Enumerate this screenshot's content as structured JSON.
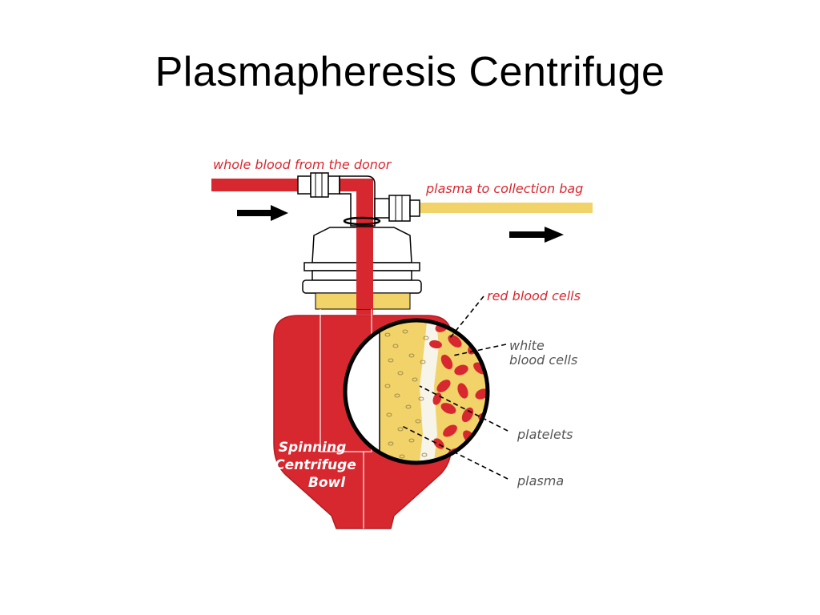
{
  "title": "Plasmapheresis Centrifuge",
  "colors": {
    "blood_red": "#d8282f",
    "plasma_yellow": "#f2d36a",
    "label_red": "#d8282f",
    "label_gray": "#555555",
    "arrow_black": "#000000"
  },
  "figure": {
    "labels": {
      "whole_blood": "whole blood from the donor",
      "plasma_out": "plasma to collection bag",
      "red_cells": "red blood cells",
      "white_cells_line1": "white",
      "white_cells_line2": "blood cells",
      "platelets": "platelets",
      "plasma": "plasma"
    },
    "bowl_label": {
      "line1": "Spinning",
      "line2": "Centrifuge",
      "line3": "Bowl"
    },
    "flow_arrows": [
      "arrow-right-icon",
      "arrow-right-icon"
    ]
  }
}
